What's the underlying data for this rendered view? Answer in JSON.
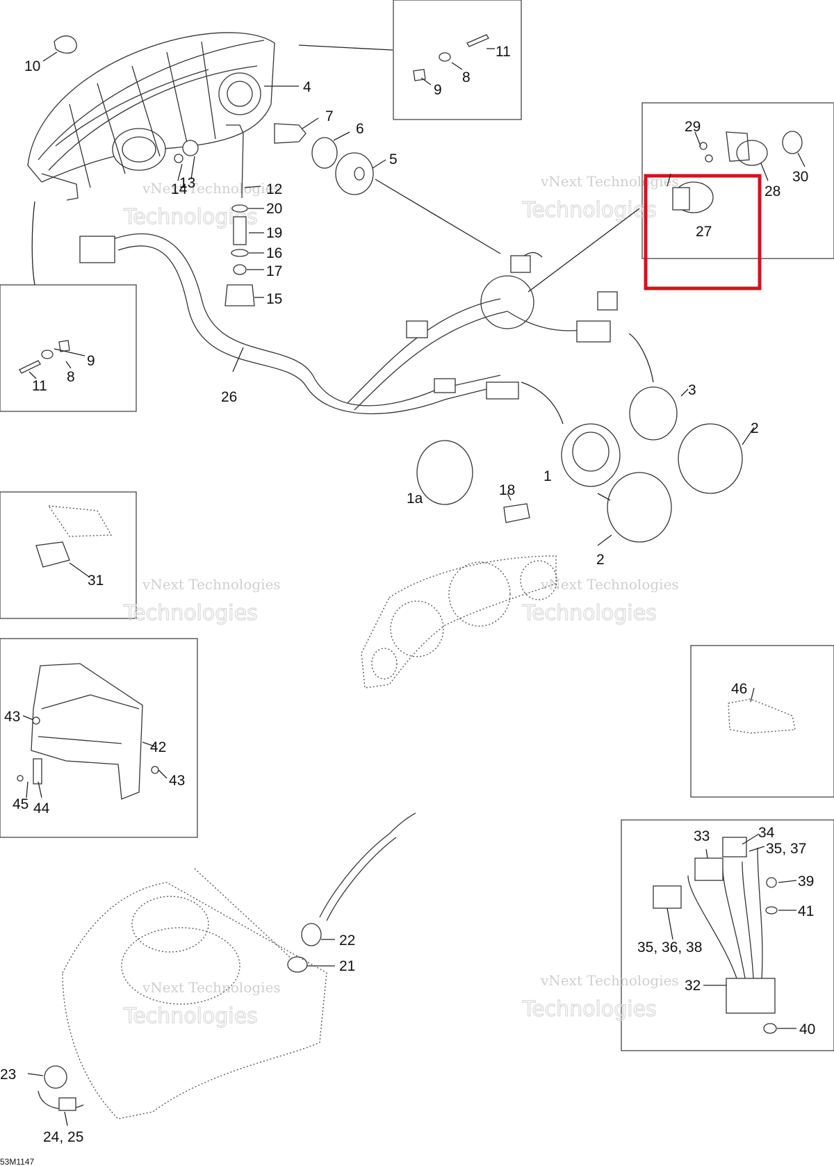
{
  "diagram_code": "53M1147",
  "watermark": {
    "line1": "vNext Technologies",
    "line2": "Technologies"
  },
  "highlight": {
    "part": "27",
    "color": "#d0151c"
  },
  "callouts": [
    "10",
    "4",
    "11",
    "8",
    "9",
    "7",
    "6",
    "5",
    "13",
    "14",
    "12",
    "20",
    "19",
    "16",
    "17",
    "15",
    "29",
    "30",
    "28",
    "27",
    "9",
    "8",
    "11",
    "26",
    "3",
    "2",
    "1",
    "1a",
    "18",
    "2",
    "31",
    "46",
    "43",
    "42",
    "43",
    "45",
    "44",
    "34",
    "33",
    "35, 37",
    "39",
    "41",
    "22",
    "21",
    "35, 36, 38",
    "32",
    "40",
    "23",
    "24, 25"
  ]
}
